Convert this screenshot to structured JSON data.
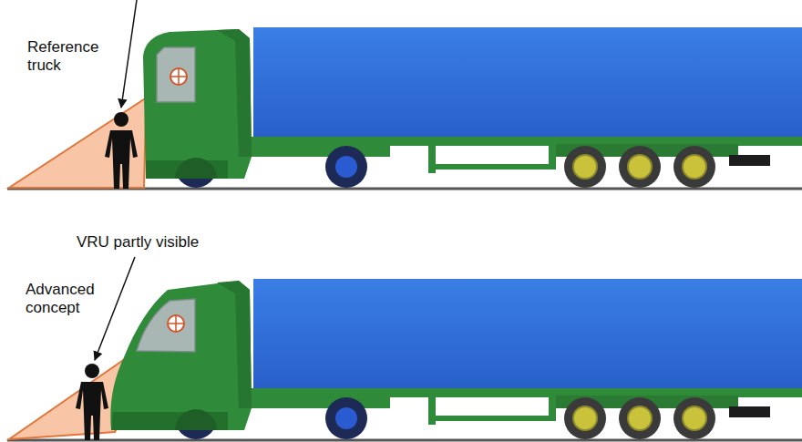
{
  "diagram": {
    "labels": [
      "Reference truck",
      "VRU partly visible",
      "Advanced concept"
    ]
  }
}
